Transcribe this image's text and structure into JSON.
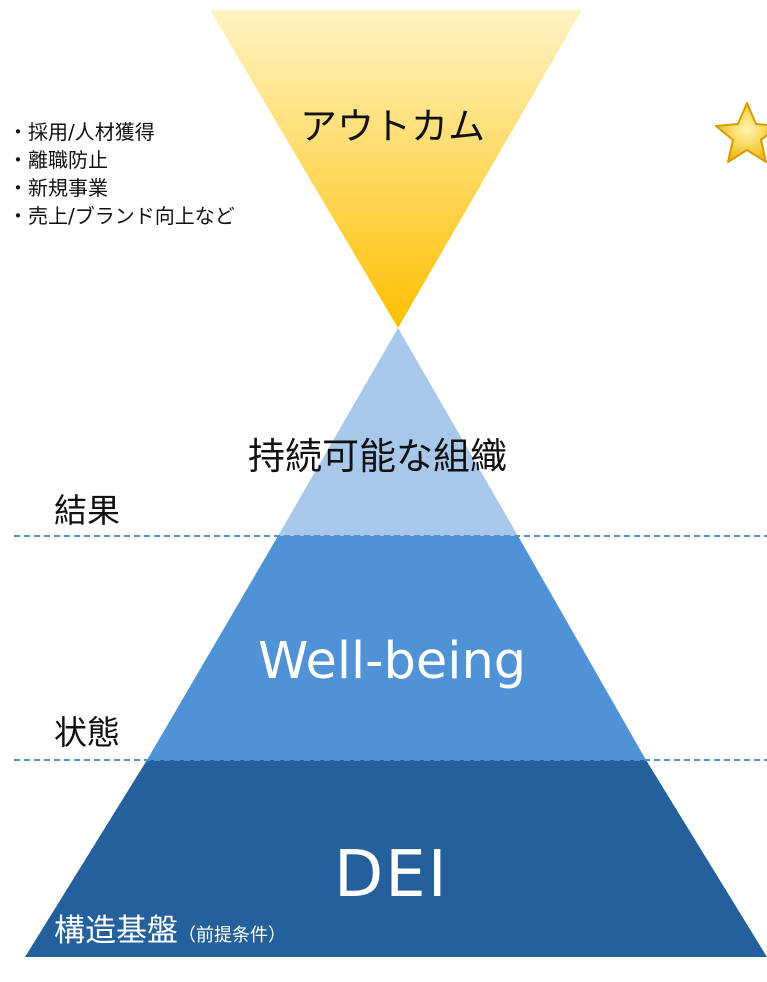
{
  "outcome": {
    "label": "アウトカム",
    "items": [
      "・採用/人材獲得",
      "・離職防止",
      "・新規事業",
      "・売上/ブランド向上など"
    ]
  },
  "pyramid": {
    "top_label": "持続可能な組織",
    "middle_label": "Well-being",
    "base_label": "DEI"
  },
  "layers": {
    "result": "結果",
    "state": "状態",
    "foundation": "構造基盤",
    "foundation_note": "（前提条件）"
  },
  "colors": {
    "funnel_top": "#fff3c4",
    "funnel_bottom": "#ffbf00",
    "tier_top": "#a7c8eb",
    "tier_middle": "#4f93d6",
    "tier_base": "#23609c",
    "divider": "#4f93d6"
  },
  "icons": {
    "corner": "star-icon"
  }
}
